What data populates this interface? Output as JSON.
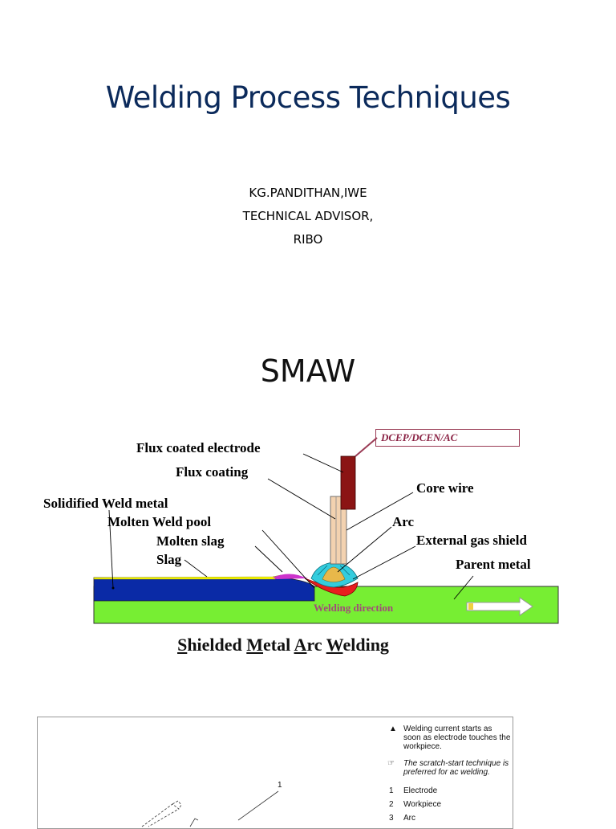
{
  "title": "Welding Process Techniques",
  "author": {
    "line1": "KG.PANDITHAN,IWE",
    "line2": "TECHNICAL ADVISOR,",
    "line3": "RIBO"
  },
  "section_heading": "SMAW",
  "diagram": {
    "current_box": "DCEP/DCEN/AC",
    "labels": {
      "flux_coated_electrode": "Flux coated electrode",
      "flux_coating": "Flux coating",
      "core_wire": "Core wire",
      "solidified_weld_metal": "Solidified Weld metal",
      "molten_weld_pool": "Molten Weld pool",
      "arc": "Arc",
      "molten_slag": "Molten slag",
      "external_gas_shield": "External gas shield",
      "slag": "Slag",
      "parent_metal": "Parent metal",
      "welding_direction": "Welding direction"
    },
    "caption_parts": [
      "S",
      "hielded ",
      "M",
      "etal ",
      "A",
      "rc ",
      "W",
      "elding"
    ],
    "colors": {
      "parent_metal": "#77ee33",
      "solidified_weld": "#0a2aa6",
      "slag": "#ffff00",
      "molten_slag": "#cc33cc",
      "weld_pool": "#e81e1e",
      "electrode": "#8b1414",
      "gas_shield": "#33ccdd",
      "arc": "#e8b84a"
    }
  },
  "lower_figure": {
    "notes": {
      "note1_symbol": "▲",
      "note1": "Welding current starts as soon as electrode touches the workpiece.",
      "note2_symbol": "☞",
      "note2": "The scratch-start technique is preferred for ac welding."
    },
    "legend": [
      {
        "num": "1",
        "text": "Electrode"
      },
      {
        "num": "2",
        "text": "Workpiece"
      },
      {
        "num": "3",
        "text": "Arc"
      }
    ],
    "callout_number": "1"
  }
}
